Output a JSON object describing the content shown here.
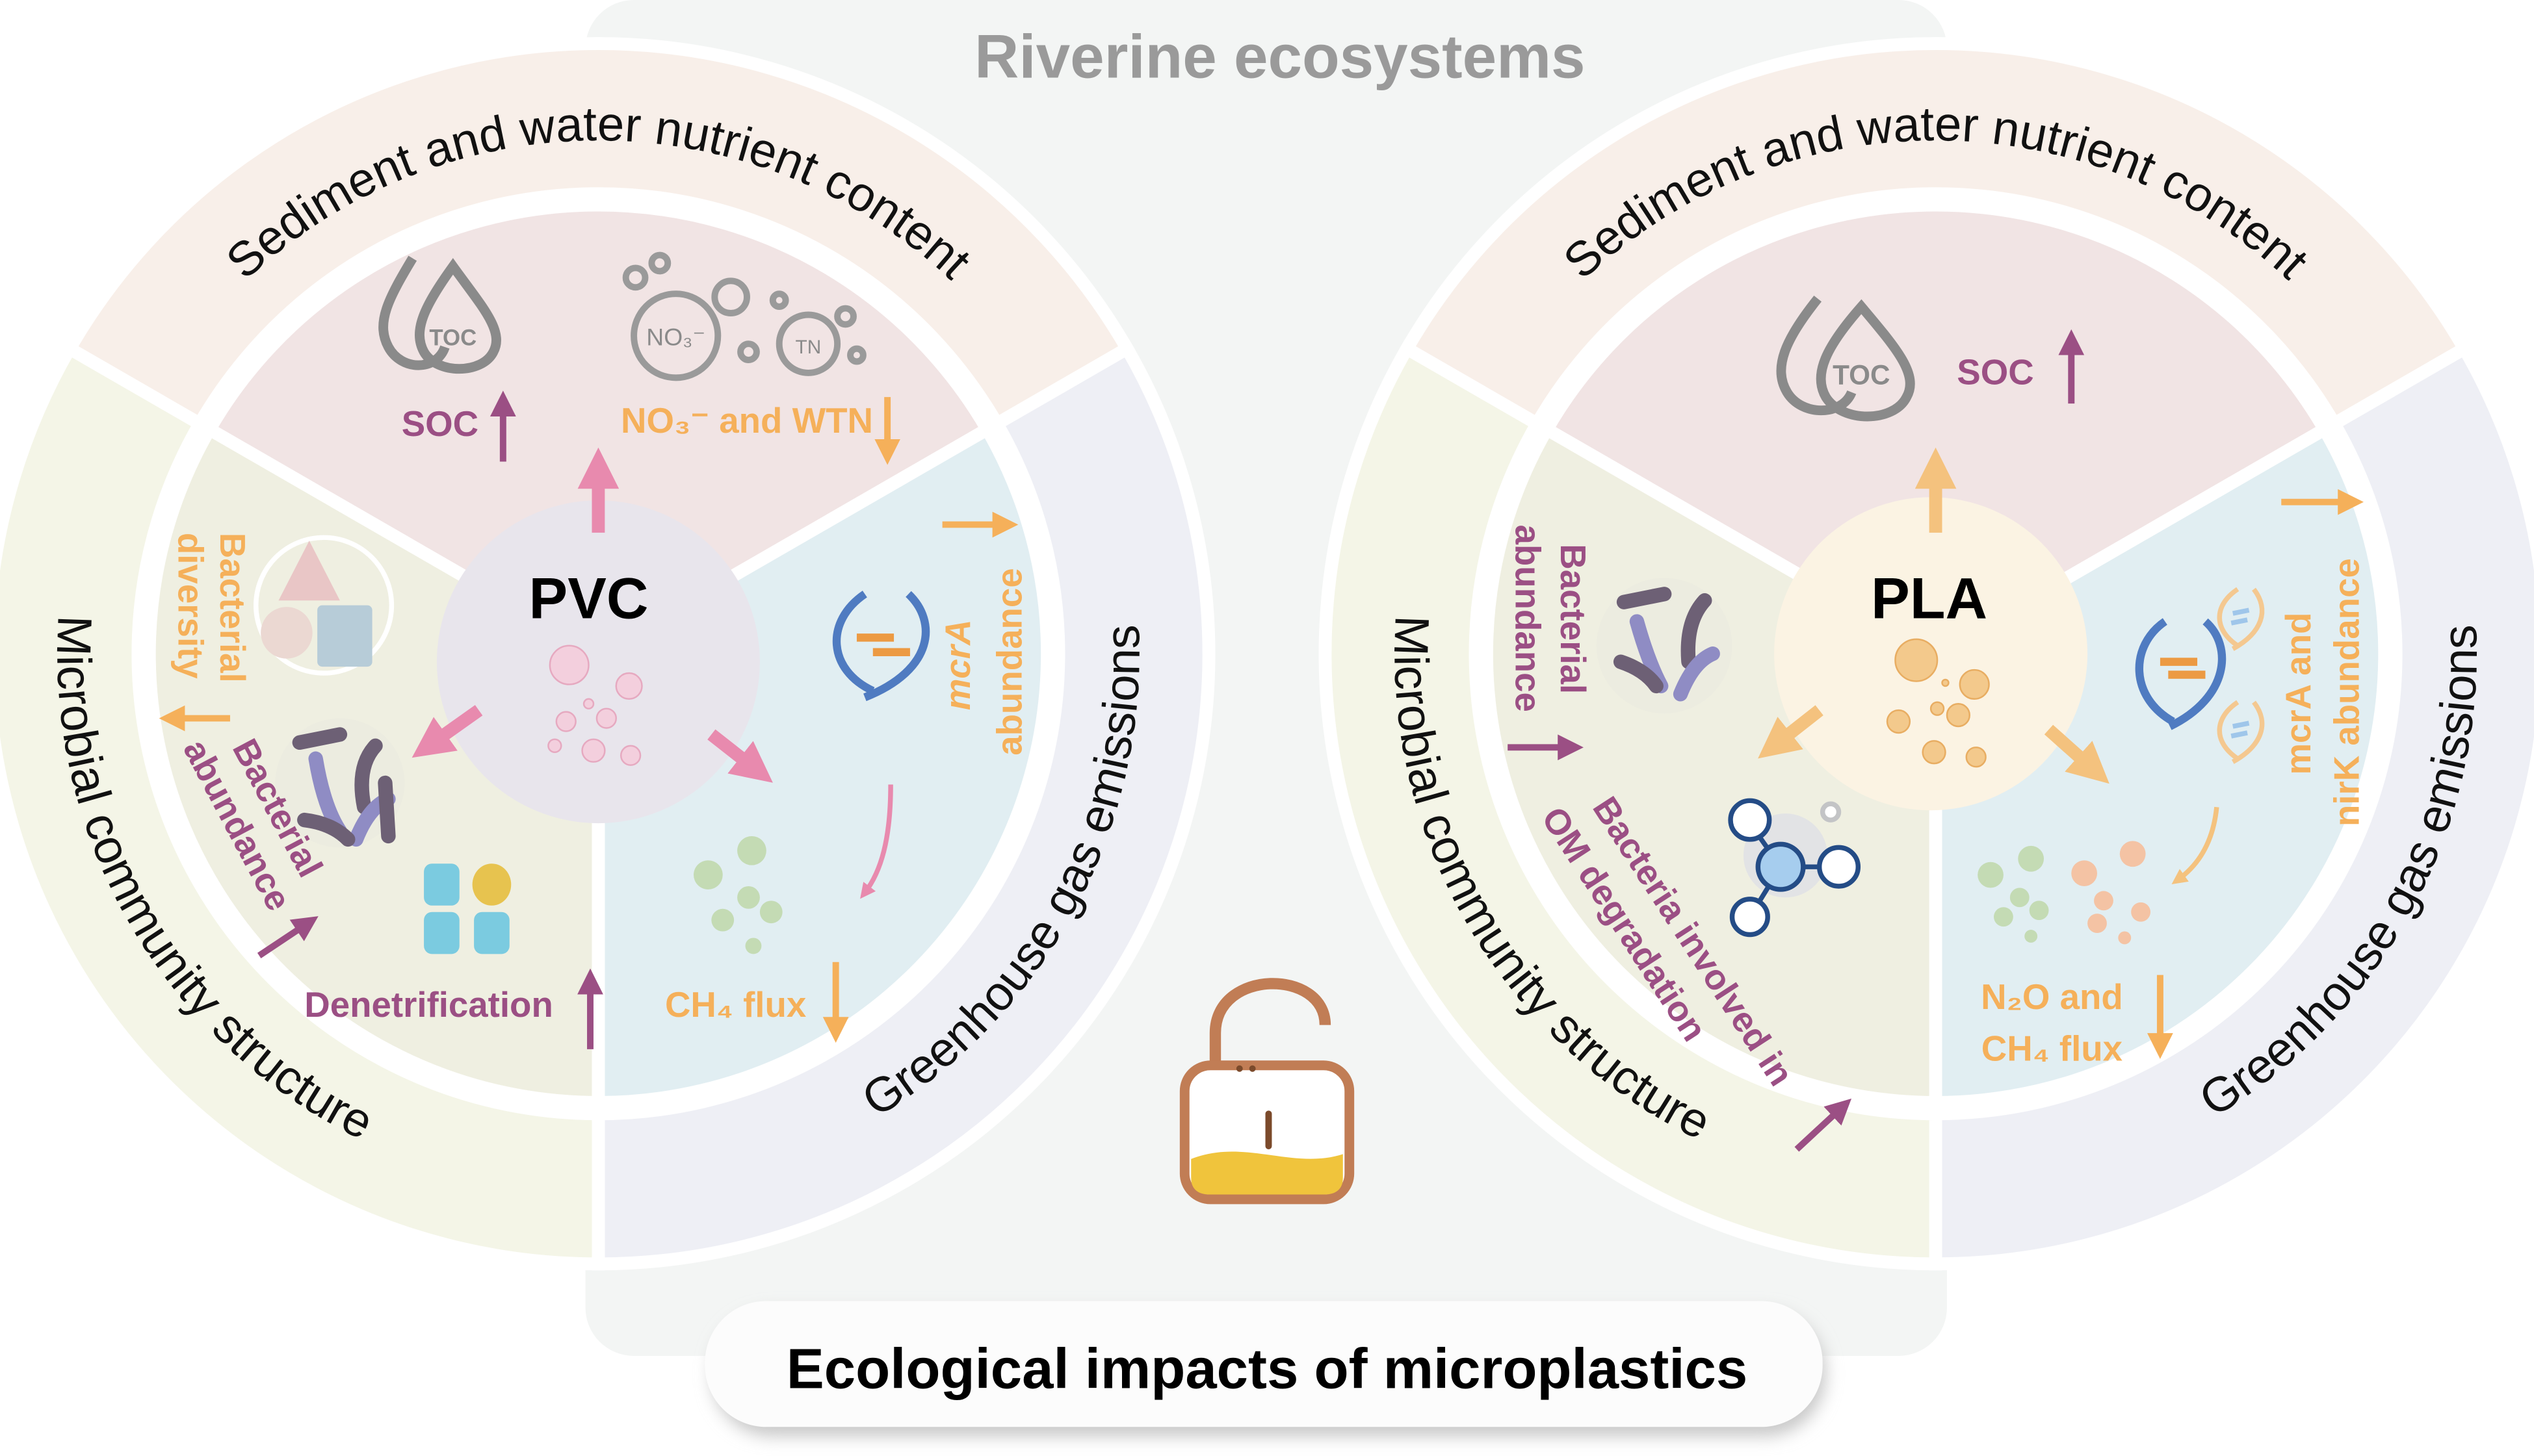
{
  "header": {
    "title": "Riverine ecosystems"
  },
  "footer": {
    "title": "Ecological impacts of microplastics"
  },
  "colors": {
    "purple": "#9b4f84",
    "orange": "#f5b05a",
    "pink_arrow": "#e88aae",
    "title_gray": "#9a9a9a"
  },
  "pvc": {
    "center_label": "PVC",
    "ring": {
      "top": "Sediment and water nutrient content",
      "left": "Microbial community structure",
      "right": "Greenhouse gas emissions"
    },
    "icons": {
      "toc": "TOC",
      "no3": "NO₃⁻",
      "tn": "TN"
    },
    "soc": "SOC",
    "no3_wtn": "NO₃⁻ and WTN",
    "diversity_line1": "Bacterial",
    "diversity_line2": "diversity",
    "abundance_line1": "Bacterial",
    "abundance_line2": "abundance",
    "denitrification": "Denetrification",
    "mcra_line1": "mcrA",
    "mcra_line2": "abundance",
    "ch4": "CH₄ flux"
  },
  "pla": {
    "center_label": "PLA",
    "ring": {
      "top": "Sediment and water nutrient content",
      "left": "Microbial community structure",
      "right": "Greenhouse gas emissions"
    },
    "icons": {
      "toc": "TOC"
    },
    "soc": "SOC",
    "abundance_line1": "Bacterial",
    "abundance_line2": "abundance",
    "om_line1": "Bacteria involved in",
    "om_line2": "OM degradation",
    "genes_line1": "mcrA and",
    "genes_line2": "nirK abundance",
    "flux_line1": "N₂O and",
    "flux_line2": "CH₄ flux"
  }
}
